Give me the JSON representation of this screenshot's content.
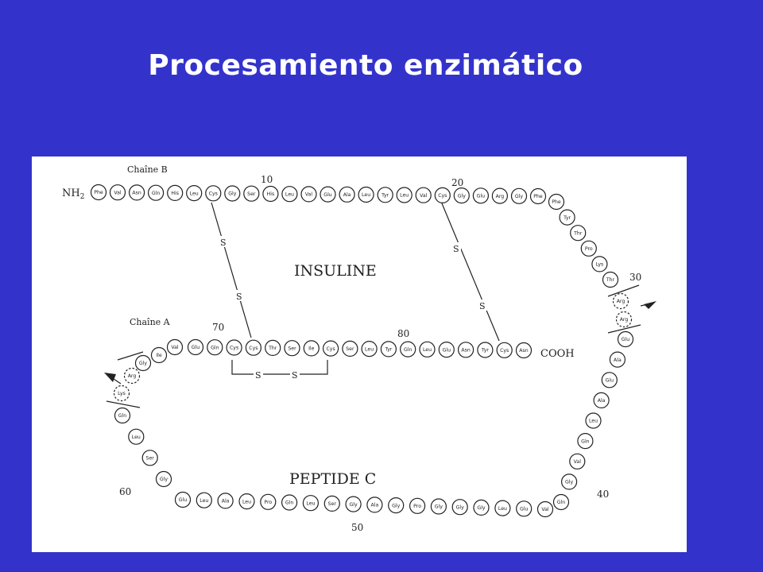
{
  "title": "Procesamiento enzimático",
  "labels": {
    "chain_b": "Chaîne B",
    "chain_a": "Chaîne A",
    "nh2": "NH",
    "nh2_sub": "2",
    "cooh": "COOH",
    "insuline": "INSULINE",
    "peptide_c": "PEPTIDE C",
    "s": "S"
  },
  "numbers": {
    "n10": "10",
    "n20": "20",
    "n30": "30",
    "n40": "40",
    "n50": "50",
    "n60": "60",
    "n70": "70",
    "n80": "80"
  },
  "chains": {
    "chain_b_top": [
      "Phe",
      "Val",
      "Asn",
      "Gln",
      "His",
      "Leu",
      "Cys",
      "Gly",
      "Ser",
      "His",
      "Leu",
      "Val",
      "Glu",
      "Ala",
      "Leu",
      "Tyr",
      "Leu",
      "Val",
      "Cys",
      "Gly",
      "Glu",
      "Arg",
      "Gly",
      "Phe"
    ],
    "chain_b_right": [
      "Phe",
      "Tyr",
      "Thr",
      "Pro",
      "Lys",
      "Thr"
    ],
    "cleave_right": [
      "Arg",
      "Arg"
    ],
    "c_peptide_right": [
      "Glu",
      "Ala",
      "Glu",
      "Ala",
      "Leu",
      "Gln",
      "Val",
      "Gly",
      "Gln"
    ],
    "c_peptide_bottom": [
      "Val",
      "Glu",
      "Leu",
      "Gly",
      "Gly",
      "Gly",
      "Pro",
      "Gly",
      "Ala",
      "Gly",
      "Ser",
      "Leu",
      "Gln",
      "Pro",
      "Leu",
      "Ala",
      "Leu",
      "Glu"
    ],
    "c_peptide_left": [
      "Gly",
      "Ser",
      "Leu",
      "Gln"
    ],
    "cleave_left": [
      "Lys",
      "Arg"
    ],
    "chain_a_left": [
      "Gly",
      "Ile",
      "Val"
    ],
    "chain_a_top": [
      "Glu",
      "Gln",
      "Cys",
      "Cys",
      "Thr",
      "Ser",
      "Ile",
      "Cys",
      "Ser",
      "Leu",
      "Tyr",
      "Gln",
      "Leu",
      "Glu",
      "Asn",
      "Tyr",
      "Cys",
      "Asn"
    ]
  }
}
